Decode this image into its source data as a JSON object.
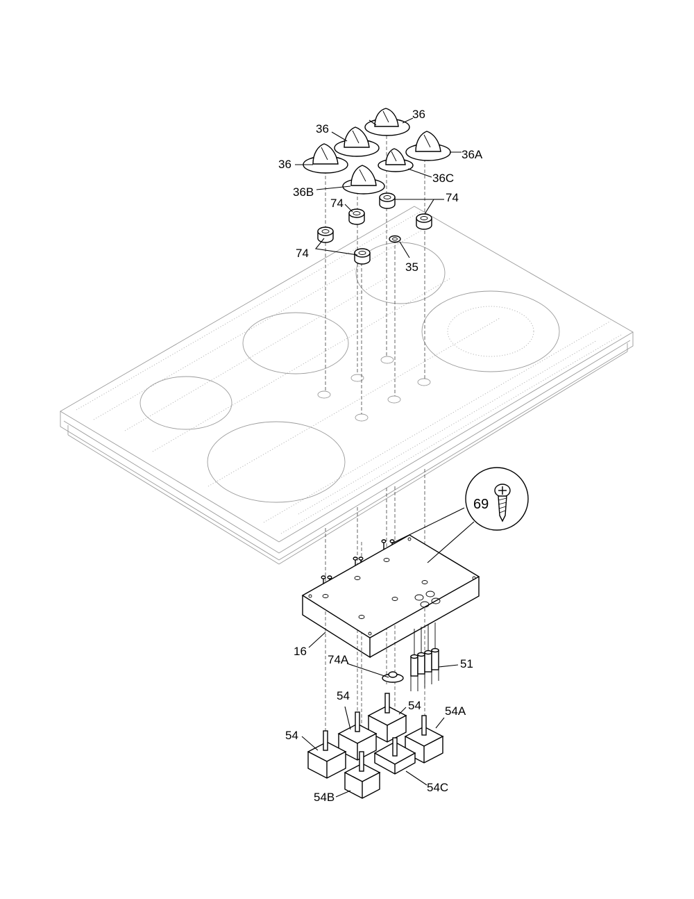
{
  "callouts": {
    "knob_36_top": "36",
    "knob_36_mid": "36",
    "knob_36_left": "36",
    "knob_36a": "36A",
    "knob_36b": "36B",
    "knob_36c": "36C",
    "grommet_74_a": "74",
    "grommet_74_b": "74",
    "grommet_74_c": "74",
    "nut_35": "35",
    "screw_69": "69",
    "bracket_16": "16",
    "washer_74a": "74A",
    "switch_51": "51",
    "switch_54_a": "54",
    "switch_54_b": "54",
    "switch_54_c": "54",
    "switch_54a": "54A",
    "switch_54b": "54B",
    "switch_54c": "54C"
  }
}
